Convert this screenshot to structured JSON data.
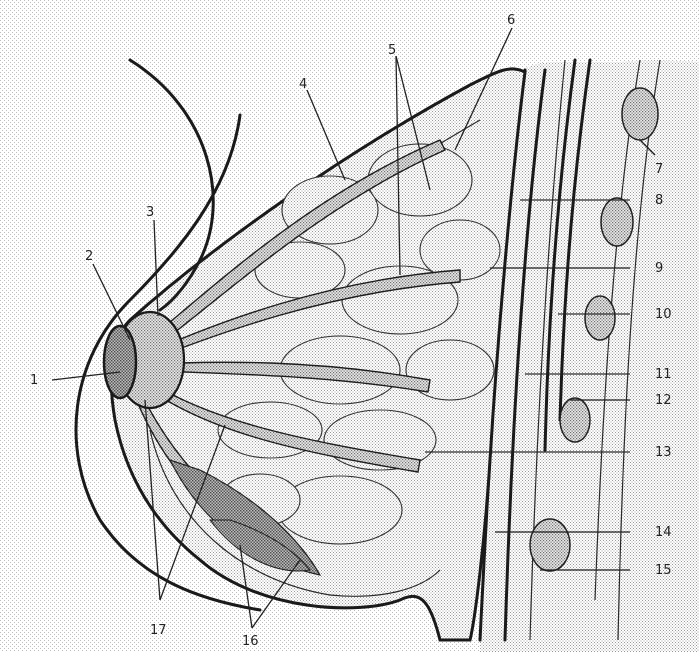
{
  "labels": [
    {
      "id": "label-1",
      "text": "1"
    },
    {
      "id": "label-2",
      "text": "2"
    },
    {
      "id": "label-3",
      "text": "3"
    },
    {
      "id": "label-4",
      "text": "4"
    },
    {
      "id": "label-5",
      "text": "5"
    },
    {
      "id": "label-6",
      "text": "6"
    },
    {
      "id": "label-7",
      "text": "7"
    },
    {
      "id": "label-8",
      "text": "8"
    },
    {
      "id": "label-9",
      "text": "9"
    },
    {
      "id": "label-10",
      "text": "10"
    },
    {
      "id": "label-11",
      "text": "11"
    },
    {
      "id": "label-12",
      "text": "12"
    },
    {
      "id": "label-13",
      "text": "13"
    },
    {
      "id": "label-14",
      "text": "14"
    },
    {
      "id": "label-15",
      "text": "15"
    },
    {
      "id": "label-16",
      "text": "16"
    },
    {
      "id": "label-17",
      "text": "17"
    }
  ],
  "colors": {
    "ink": "#1a1a1a",
    "stipple_light": "#cfcfcf",
    "stipple_dark": "#9a9a9a",
    "background": "#ffffff"
  }
}
